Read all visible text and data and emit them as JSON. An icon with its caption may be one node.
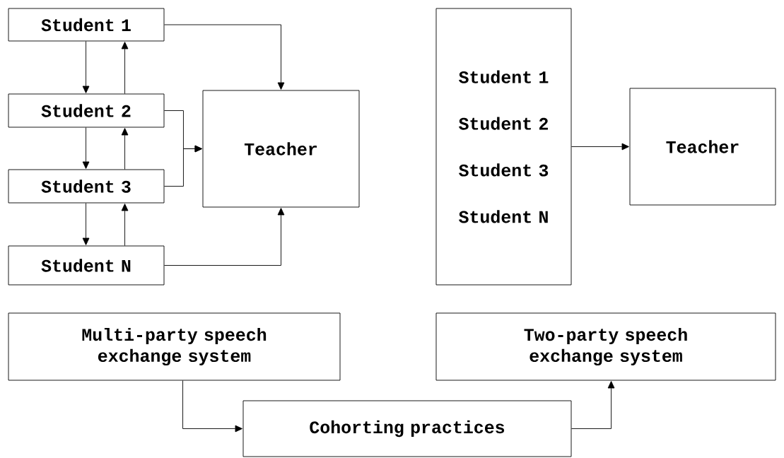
{
  "diagram": {
    "nodes": [
      {
        "text": [
          "Student 1"
        ]
      },
      {
        "text": [
          "Student 2"
        ]
      },
      {
        "text": [
          "Student 3"
        ]
      },
      {
        "text": [
          "Student N"
        ]
      },
      {
        "text": [
          "Teacher"
        ]
      },
      {
        "text": [
          "Student 1",
          "Student 2",
          "Student 3",
          "Student N"
        ]
      },
      {
        "text": [
          "Teacher"
        ]
      },
      {
        "text": [
          "Multi-party speech exchange system"
        ]
      },
      {
        "text": [
          "Two-party speech exchange system"
        ]
      },
      {
        "text": [
          "Cohorting practices"
        ]
      }
    ],
    "edges": [
      {
        "from": 0,
        "to": 4,
        "arrow": "to"
      },
      {
        "from": 0,
        "to": 1,
        "arrow": "to"
      },
      {
        "from": 1,
        "to": 0,
        "arrow": "to"
      },
      {
        "from": 1,
        "to": 2,
        "arrow": "to"
      },
      {
        "from": 2,
        "to": 1,
        "arrow": "to"
      },
      {
        "from": 2,
        "to": 3,
        "arrow": "to"
      },
      {
        "from": 3,
        "to": 2,
        "arrow": "to"
      },
      {
        "from": 1,
        "to": 4,
        "arrow": "to"
      },
      {
        "from": 2,
        "to": 4,
        "arrow": "to"
      },
      {
        "from": 3,
        "to": 4,
        "arrow": "to"
      },
      {
        "from": 5,
        "to": 6,
        "arrow": "to"
      },
      {
        "from": 7,
        "to": 9,
        "arrow": "to"
      },
      {
        "from": 9,
        "to": 8,
        "arrow": "to"
      }
    ]
  }
}
